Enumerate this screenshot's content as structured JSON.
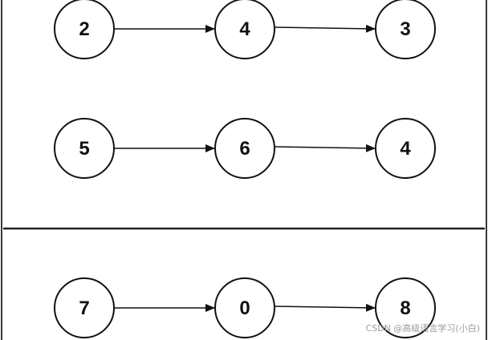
{
  "colors": {
    "background": "#ffffff",
    "stroke": "#111111",
    "frame": "#3a3a3a",
    "watermark": "#9a9a9a"
  },
  "lists": [
    {
      "nodes": [
        "2",
        "4",
        "3"
      ]
    },
    {
      "nodes": [
        "5",
        "6",
        "4"
      ]
    },
    {
      "nodes": [
        "7",
        "0",
        "8"
      ]
    }
  ],
  "watermark": "CSDN @高级语言学习(小白)"
}
